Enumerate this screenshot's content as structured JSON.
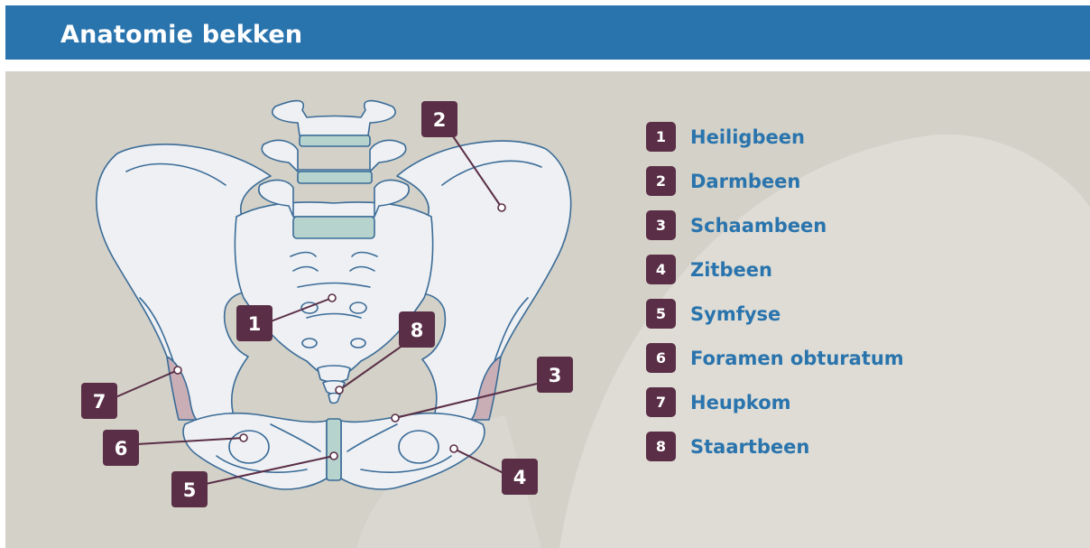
{
  "header": {
    "title": "Anatomie bekken"
  },
  "colors": {
    "header": "#2a74ad",
    "panel": "#d3d1c8",
    "bone": "#eef0f3",
    "outline": "#3b6c98",
    "callout": "#5a2e46",
    "cartilage": "#b6d3cd",
    "acetabulum": "#c9aeb6"
  },
  "legend": [
    {
      "num": "1",
      "label": "Heiligbeen"
    },
    {
      "num": "2",
      "label": "Darmbeen"
    },
    {
      "num": "3",
      "label": "Schaambeen"
    },
    {
      "num": "4",
      "label": "Zitbeen"
    },
    {
      "num": "5",
      "label": "Symfyse"
    },
    {
      "num": "6",
      "label": "Foramen obturatum"
    },
    {
      "num": "7",
      "label": "Heupkom"
    },
    {
      "num": "8",
      "label": "Staartbeen"
    }
  ],
  "callouts": [
    {
      "num": "1"
    },
    {
      "num": "2"
    },
    {
      "num": "3"
    },
    {
      "num": "4"
    },
    {
      "num": "5"
    },
    {
      "num": "6"
    },
    {
      "num": "7"
    },
    {
      "num": "8"
    }
  ]
}
